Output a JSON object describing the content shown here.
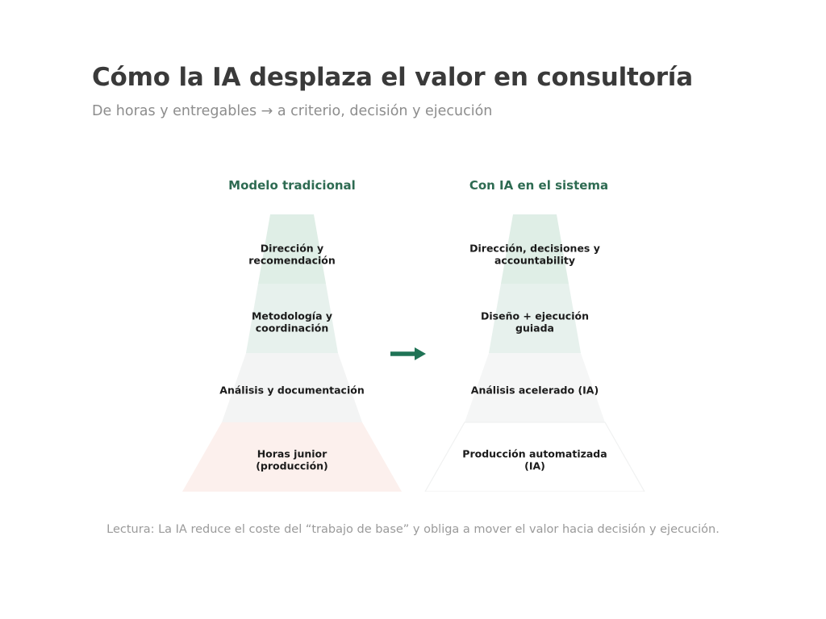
{
  "header": {
    "title": "Cómo la IA desplaza el valor en consultoría",
    "subtitle": "De horas y entregables → a criterio, decisión y ejecución"
  },
  "columns": {
    "left": {
      "header": "Modelo tradicional",
      "layers": [
        {
          "label": "Dirección y\nrecomendación",
          "fill": "#dfeee6"
        },
        {
          "label": "Metodología y\ncoordinación",
          "fill": "#e7f1ed"
        },
        {
          "label": "Análisis y documentación",
          "fill": "#f3f4f4"
        },
        {
          "label": "Horas junior\n(producción)",
          "fill": "#fcf0ed"
        }
      ]
    },
    "right": {
      "header": "Con IA en el sistema",
      "layers": [
        {
          "label": "Dirección, decisiones y\naccountability",
          "fill": "#dfeee6"
        },
        {
          "label": "Diseño + ejecución\nguiada",
          "fill": "#e7f1ed"
        },
        {
          "label": "Análisis acelerado (IA)",
          "fill": "#f5f6f6"
        },
        {
          "label": "Producción automatizada\n(IA)",
          "fill": "#ffffff"
        }
      ]
    }
  },
  "arrow": {
    "icon": "arrow-right-icon",
    "color": "#1f7355"
  },
  "footer": {
    "note": "Lectura: La IA reduce el coste del “trabajo de base” y obliga a mover el valor hacia decisión y ejecución."
  },
  "colors": {
    "title": "#3a3a3a",
    "subtitle": "#8d8d8d",
    "column_header": "#2e6b52",
    "layer_label": "#1b1b1b",
    "footer": "#9a9a9a",
    "accent_green": "#1f7355",
    "background": "#ffffff"
  }
}
